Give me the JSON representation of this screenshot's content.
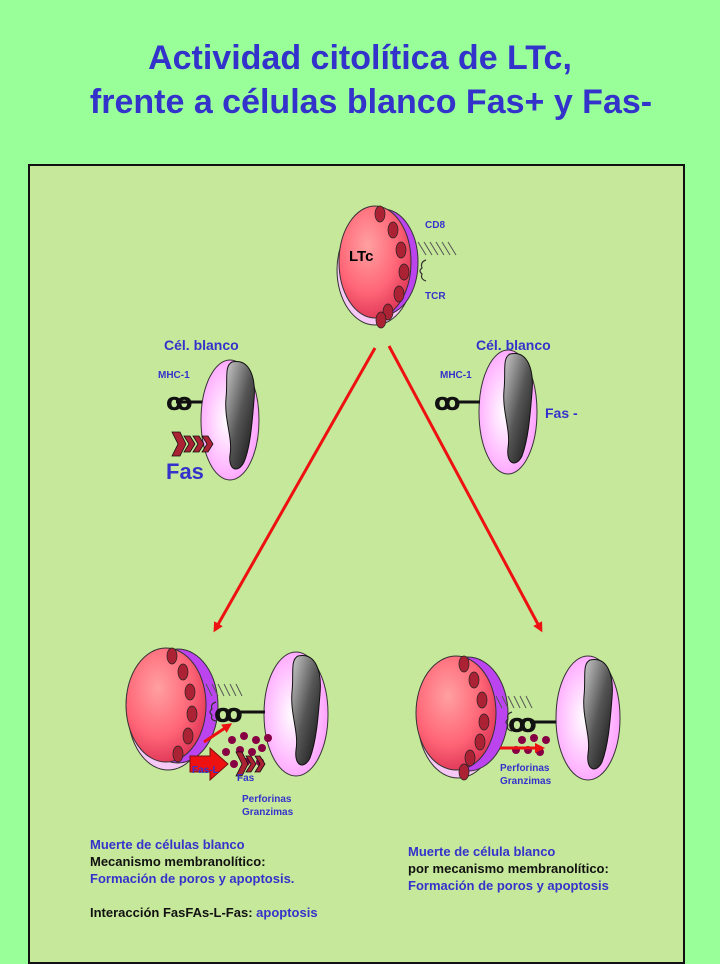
{
  "title": {
    "line1": "Actividad citolítica de LTc,",
    "line2": "frente a células blanco Fas+ y Fas-"
  },
  "labels": {
    "ltc": "LTc",
    "cd8": "CD8",
    "tcr": "TCR",
    "target_left": "Cél. blanco",
    "target_right": "Cél. blanco",
    "mhc_left": "MHC-1",
    "mhc_right": "MHC-1",
    "fas_big": "Fas",
    "fas_minus": "Fas -",
    "fasl_bottom": "Fas-L",
    "fas_bottom": "Fas",
    "perforinas_left": "Perforinas",
    "granzimas_left": "Granzimas",
    "perforinas_right": "Perforinas",
    "granzimas_right": "Granzimas"
  },
  "left_text": {
    "line1": "Muerte de células blanco",
    "line2": "Mecanismo membranolítico:",
    "line3": "Formación de poros y apoptosis.",
    "line4a": "Interacción FasFAs-L-Fas:",
    "line4b": " apoptosis"
  },
  "right_text": {
    "line1": "Muerte de célula blanco",
    "line2": "por mecanismo membranolítico:",
    "line3": "Formación de poros y apoptosis"
  },
  "colors": {
    "background": "#99ff99",
    "panel": "#c6e89a",
    "title": "#3333cc",
    "arrow": "#ee1111",
    "ltc_body": "#ff6677",
    "ltc_rim": "#bb44ee",
    "target_membrane": "#ffaaff"
  }
}
